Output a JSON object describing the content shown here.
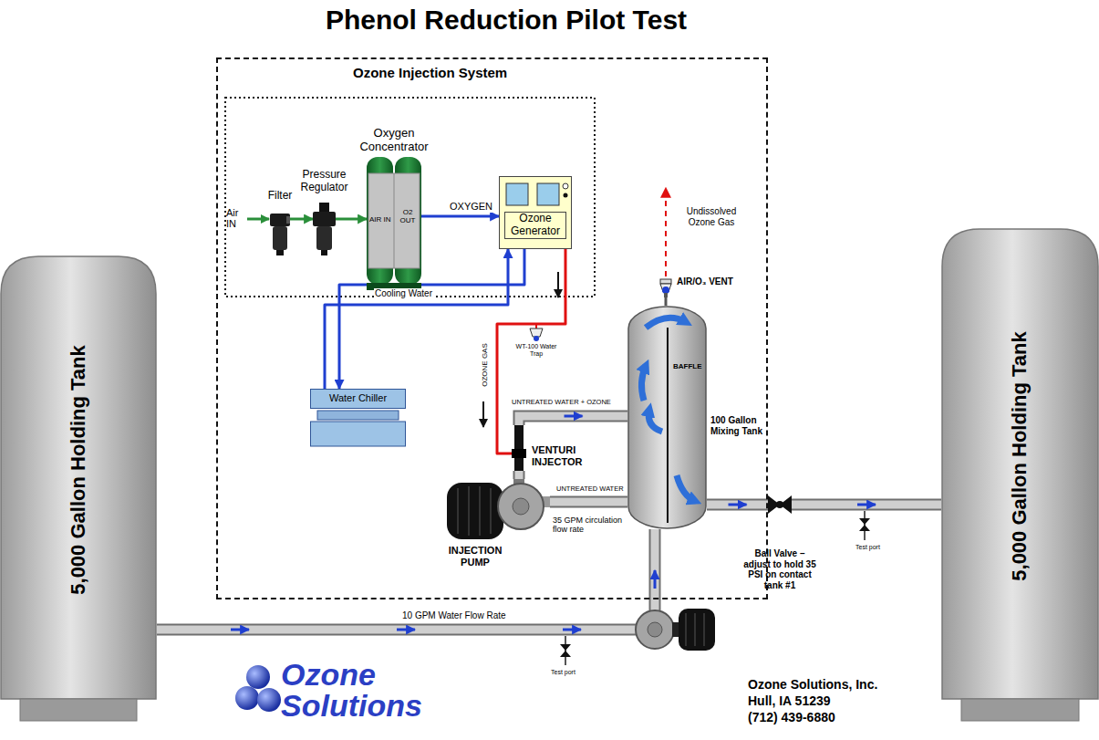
{
  "diagram": {
    "title": "Phenol Reduction Pilot Test",
    "nodes": [
      {
        "text": [
          "Ozone Injection System"
        ]
      },
      {
        "text": [
          "Filter"
        ],
        "in": 0
      },
      {
        "text": [
          "Pressure Regulator"
        ],
        "in": 0
      },
      {
        "text": [
          "Oxygen Concentrator",
          "AIR IN",
          "O2 OUT"
        ],
        "in": 0
      },
      {
        "text": [
          "Ozone Generator"
        ],
        "in": 0
      },
      {
        "text": [
          "WT-100 Water Trap"
        ],
        "in": 0
      },
      {
        "text": [
          "Water Chiller"
        ],
        "in": 0
      },
      {
        "text": [
          "VENTURI INJECTOR"
        ],
        "in": 0
      },
      {
        "text": [
          "INJECTION PUMP"
        ],
        "in": 0
      },
      {
        "text": [
          "AIR/O₃ VENT"
        ],
        "in": 0
      },
      {
        "text": [
          "100 Gallon Mixing Tank",
          "BAFFLE"
        ],
        "in": 0
      },
      {
        "text": [
          "5,000 Gallon Holding Tank"
        ]
      },
      {
        "text": [
          "5,000 Gallon Holding Tank"
        ]
      },
      {
        "text": [
          "Ball Valve – adjust to hold 35 PSI on contact tank #1"
        ]
      }
    ],
    "edges": [
      {
        "from": 1,
        "to": 2,
        "arrow": "to"
      },
      {
        "from": 2,
        "to": 3,
        "arrow": "to"
      },
      {
        "from": 3,
        "to": 4,
        "arrow": "to",
        "label": "OXYGEN"
      },
      {
        "from": 4,
        "to": 6,
        "arrow": "to",
        "label": "Cooling Water"
      },
      {
        "from": 6,
        "to": 4,
        "arrow": "to"
      },
      {
        "from": 4,
        "to": 7,
        "arrow": "none",
        "label": "OZONE GAS"
      },
      {
        "from": 7,
        "to": 10,
        "arrow": "to",
        "label": "UNTREATED WATER + OZONE"
      },
      {
        "from": 10,
        "to": 8,
        "arrow": "none",
        "label": "UNTREATED WATER"
      },
      {
        "from": 8,
        "to": 7,
        "arrow": "none"
      },
      {
        "from": 11,
        "to": 10,
        "arrow": "to",
        "label": "10 GPM Water Flow Rate"
      },
      {
        "from": 10,
        "to": 13,
        "arrow": "to"
      },
      {
        "from": 13,
        "to": 12,
        "arrow": "to"
      },
      {
        "from": 10,
        "to": 9,
        "arrow": "none"
      }
    ],
    "labels": [
      "Air IN",
      "Undissolved Ozone Gas",
      "35 GPM circulation flow rate",
      "Test port",
      "Test port",
      "Ozone Solutions",
      "Ozone Solutions, Inc.",
      "Hull, IA 51239",
      "(712) 439-6880"
    ]
  }
}
